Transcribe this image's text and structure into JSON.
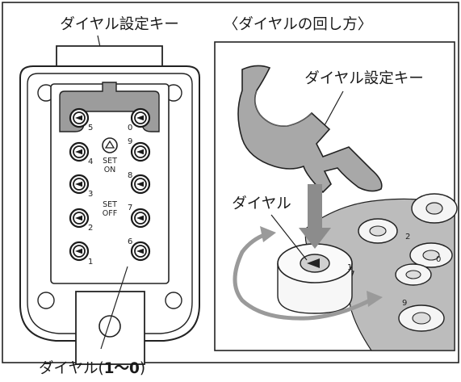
{
  "labels": {
    "top_key": "ダイヤル設定キー",
    "right_title": "〈ダイヤルの回し方〉",
    "right_key": "ダイヤル設定キー",
    "right_dial": "ダイヤル",
    "bottom_dial_prefix": "ダイヤル(",
    "bottom_dial_range": "1〜0",
    "bottom_dial_suffix": ")"
  },
  "panel": {
    "left_numbers": [
      "5",
      "4",
      "3",
      "2",
      "1"
    ],
    "right_numbers": [
      "0",
      "9",
      "8",
      "7",
      "6"
    ],
    "set_on": [
      "SET",
      "ON"
    ],
    "set_off": [
      "SET",
      "OFF"
    ]
  },
  "illustration_numbers": [
    "2",
    "1",
    "0",
    "9"
  ]
}
